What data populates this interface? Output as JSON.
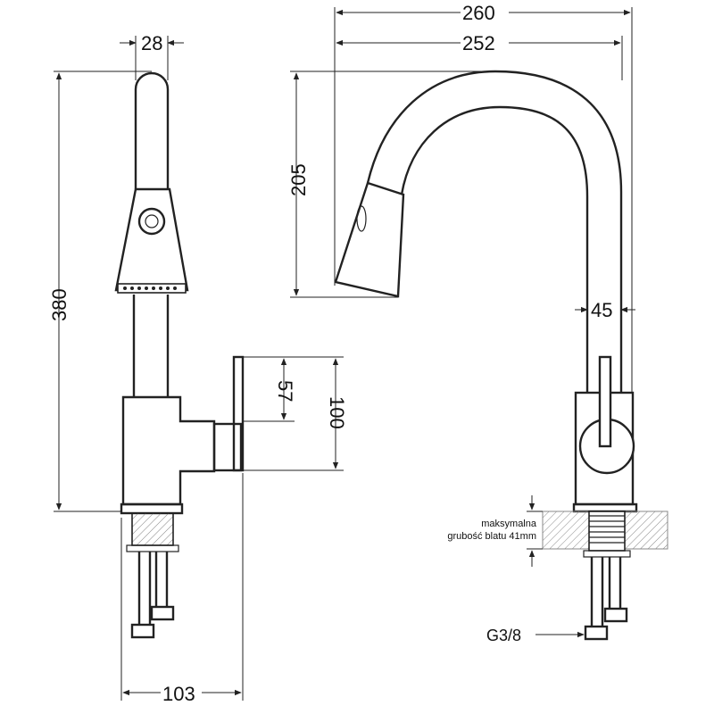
{
  "dimensions": {
    "total_width": "260",
    "spout_reach": "252",
    "spout_height": "205",
    "body_diameter": "45",
    "head_width": "28",
    "total_height": "380",
    "lever_height": "57",
    "lever_body": "100",
    "base_depth": "103"
  },
  "annotations": {
    "worktop_line1": "maksymalna",
    "worktop_line2": "grubość blatu 41mm",
    "connection": "G3/8"
  },
  "colors": {
    "ink": "#222222",
    "hatch": "#888888"
  }
}
